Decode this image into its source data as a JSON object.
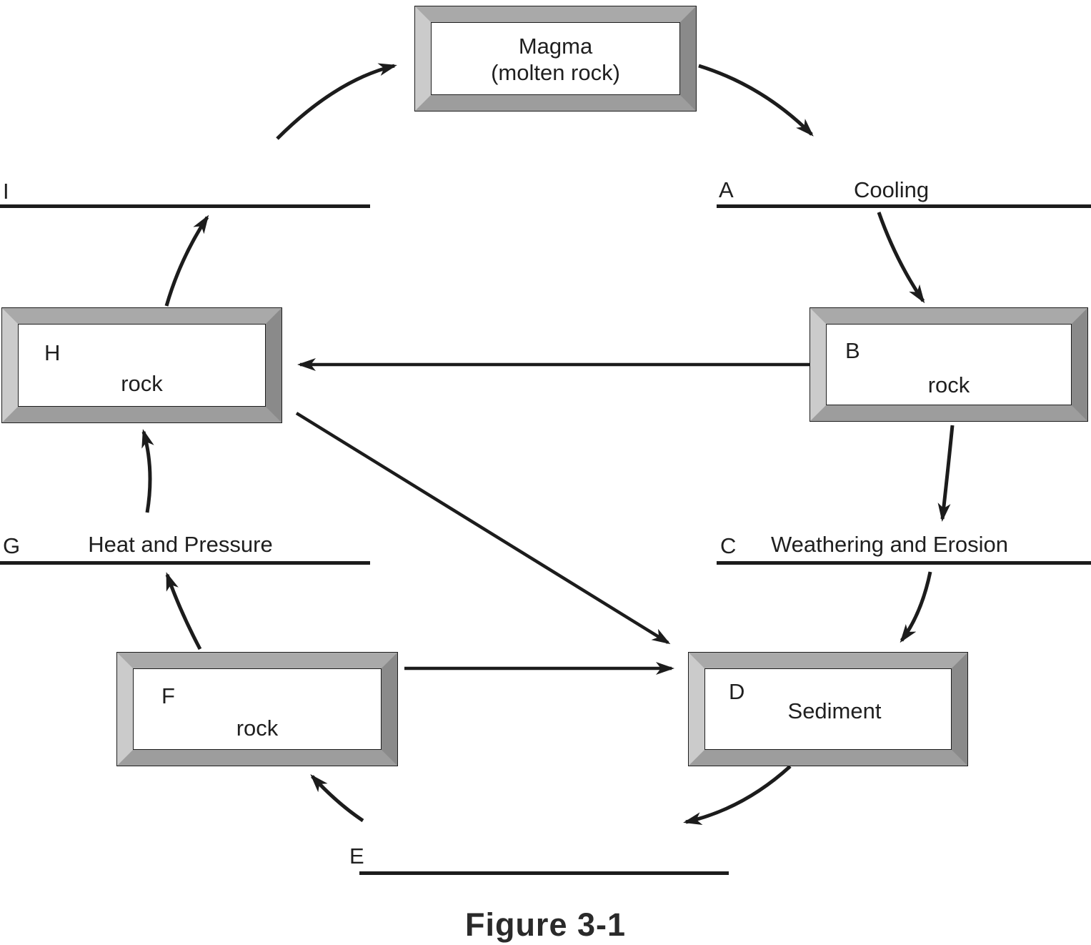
{
  "figure": {
    "caption": "Figure 3-1"
  },
  "nodes": {
    "magma": {
      "line1": "Magma",
      "line2": "(molten rock)"
    },
    "b": {
      "letter": "B",
      "text": "rock"
    },
    "h": {
      "letter": "H",
      "text": "rock"
    },
    "f": {
      "letter": "F",
      "text": "rock"
    },
    "d": {
      "letter": "D",
      "text": "Sediment"
    }
  },
  "blanks": {
    "a": {
      "letter": "A",
      "label": "Cooling"
    },
    "c": {
      "letter": "C",
      "label": "Weathering and Erosion"
    },
    "e": {
      "letter": "E",
      "label": ""
    },
    "g": {
      "letter": "G",
      "label": "Heat and Pressure"
    },
    "i": {
      "letter": "I",
      "label": ""
    }
  },
  "edges": [
    {
      "from": "I",
      "to": "Magma"
    },
    {
      "from": "Magma",
      "to": "A"
    },
    {
      "from": "A",
      "to": "B"
    },
    {
      "from": "B",
      "to": "C"
    },
    {
      "from": "C",
      "to": "D"
    },
    {
      "from": "D",
      "to": "E"
    },
    {
      "from": "E",
      "to": "F"
    },
    {
      "from": "F",
      "to": "G"
    },
    {
      "from": "G",
      "to": "H"
    },
    {
      "from": "H",
      "to": "I"
    },
    {
      "from": "B",
      "to": "H"
    },
    {
      "from": "H",
      "to": "D"
    },
    {
      "from": "F",
      "to": "D"
    }
  ],
  "colors": {
    "ink": "#1c1c1c",
    "frame_top": "#a9a9a9",
    "frame_right": "#8a8a8a",
    "frame_bottom": "#9d9d9d",
    "frame_left": "#cbcbcb",
    "background": "#ffffff"
  }
}
